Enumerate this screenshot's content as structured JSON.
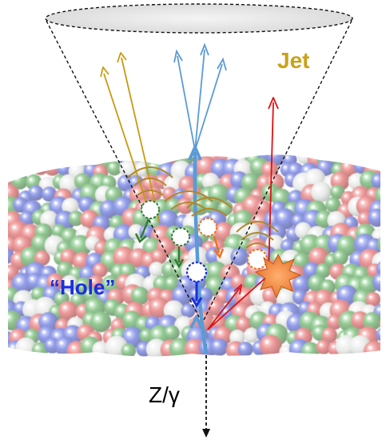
{
  "labels": {
    "jet": "Jet",
    "hole": "“Hole”",
    "boson": "Z/γ"
  },
  "colors": {
    "jet_label": "#c8a21a",
    "hole_label": "#1a2ee0",
    "boson_label": "#000000",
    "leading_parton": "#5a9bd5",
    "radiated_gluons": "#c89a10",
    "recoil_parton": "#e01010",
    "diffusion_wake": "#2e7d32",
    "medium_response": "#f07020",
    "cone_outline": "#111111"
  },
  "medium": {
    "particle_colors": [
      "#e04848",
      "#3e9e3e",
      "#3a4fd8",
      "#c8d0c8"
    ]
  },
  "icons": [
    "hole-marker-icon",
    "scattering-star-icon",
    "arrowhead-icon"
  ]
}
